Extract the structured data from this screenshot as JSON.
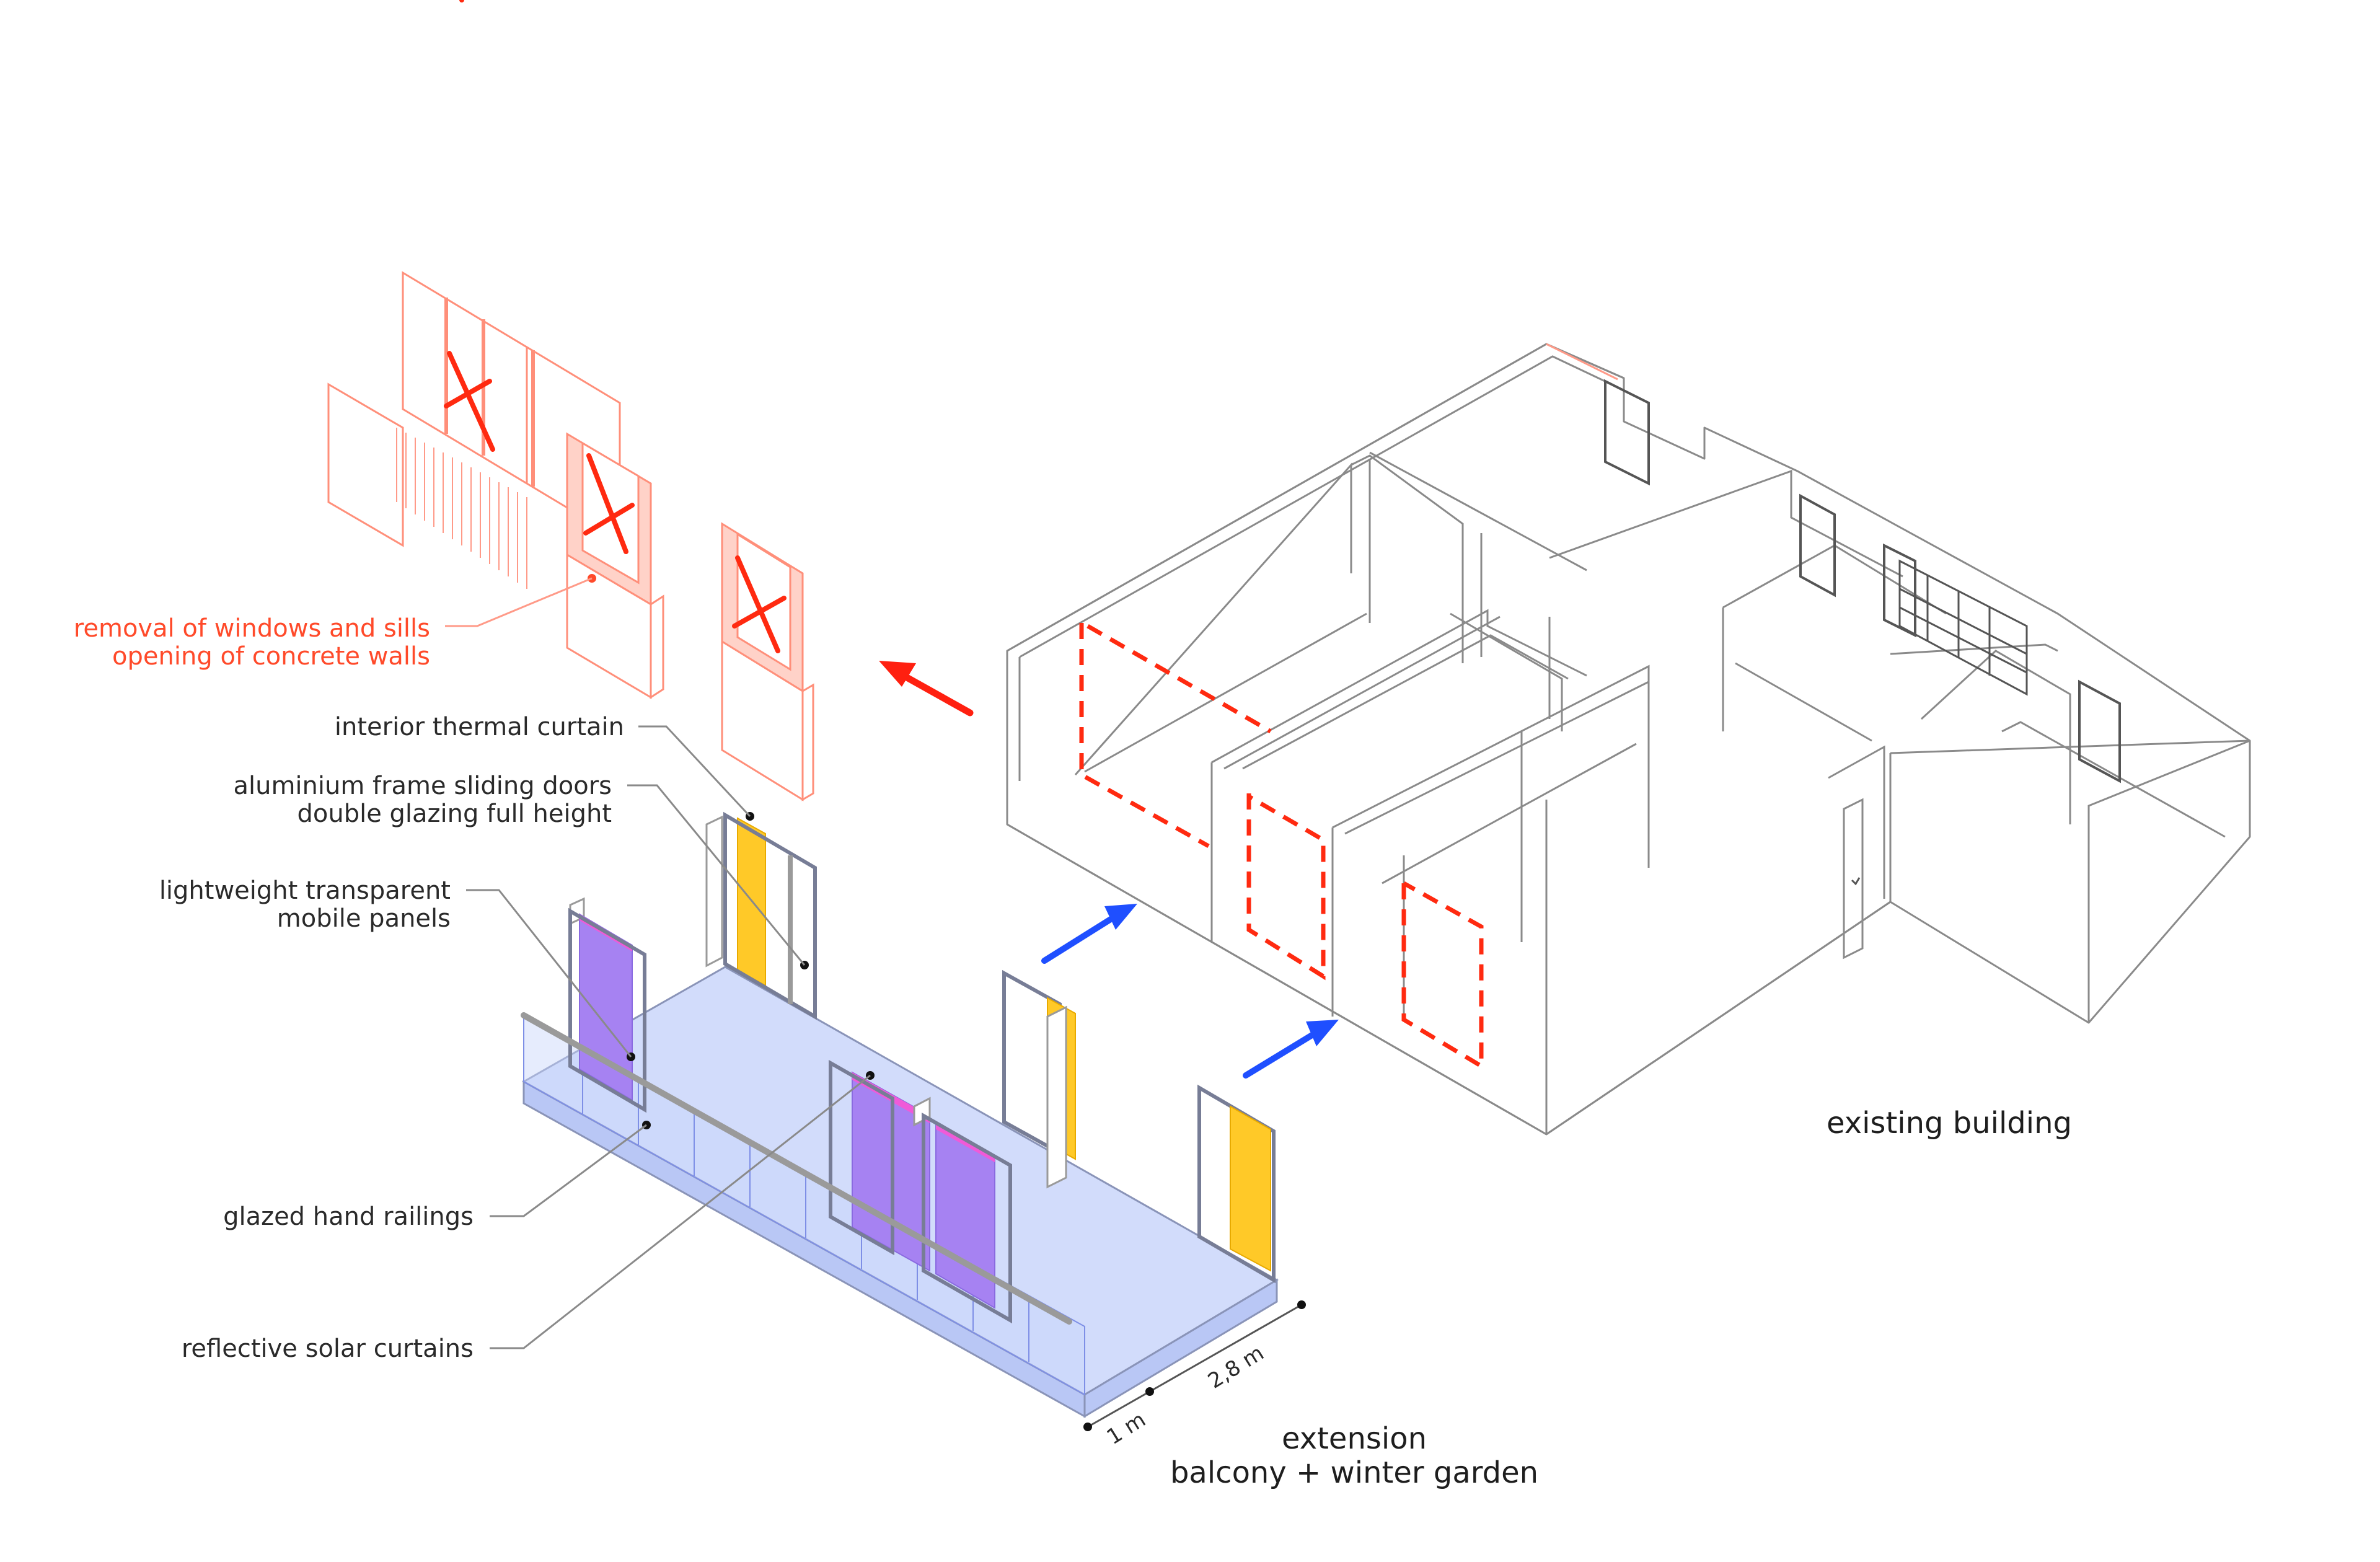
{
  "diagram": {
    "type": "axonometric-architectural-diagram",
    "colors": {
      "demolition": "#ff4a2a",
      "demolition_cross": "#ff2a10",
      "insert_arrow": "#1f4fff",
      "remove_arrow": "#ff2010",
      "floor_slab": "#d2dcfb",
      "solar_curtain": "#a682f2",
      "thermal_curtain": "#ffc928",
      "building_outline": "#8a8a8a"
    }
  },
  "demolition": {
    "label_line1": "removal of windows and sills",
    "label_line2": "opening of concrete walls"
  },
  "callouts": {
    "interior_thermal_curtain": "interior thermal curtain",
    "sliding_doors_line1": "aluminium frame sliding doors",
    "sliding_doors_line2": "double glazing full height",
    "mobile_panels_line1": "lightweight transparent",
    "mobile_panels_line2": "mobile panels",
    "hand_railings": "glazed hand railings",
    "solar_curtains": "reflective solar curtains"
  },
  "existing": {
    "label": "existing building"
  },
  "extension": {
    "label_line1": "extension",
    "label_line2": "balcony + winter garden"
  },
  "dimensions": {
    "depth": "1 m",
    "width": "2,8 m"
  }
}
